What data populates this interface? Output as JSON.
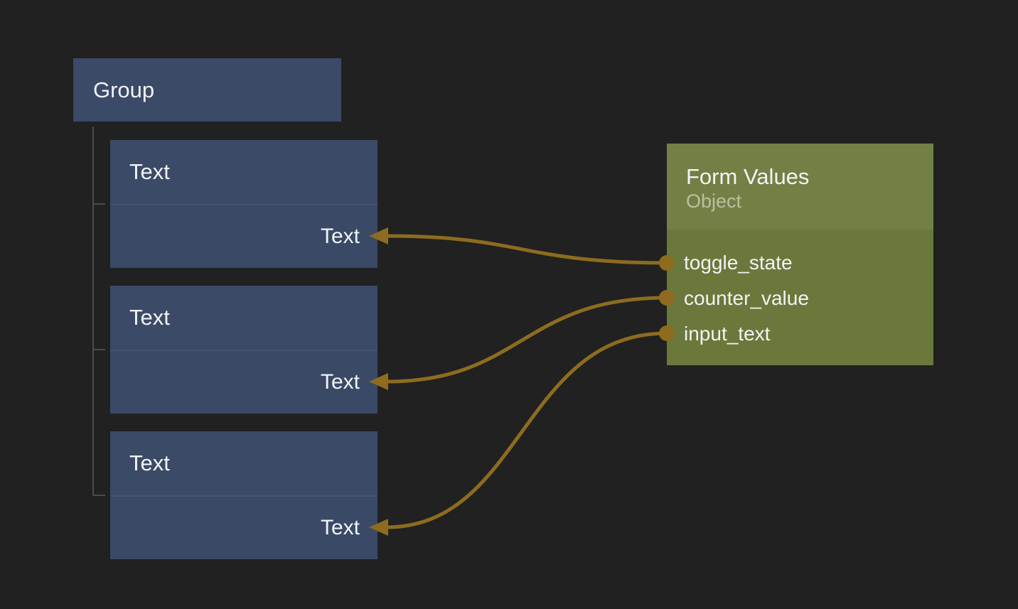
{
  "editor": {
    "type": "node-graph-canvas"
  },
  "nodes": {
    "group": {
      "title": "Group"
    },
    "text_nodes": [
      {
        "title": "Text",
        "input_label": "Text"
      },
      {
        "title": "Text",
        "input_label": "Text"
      },
      {
        "title": "Text",
        "input_label": "Text"
      }
    ],
    "form_values": {
      "title": "Form Values",
      "subtitle": "Object",
      "outputs": [
        {
          "label": "toggle_state"
        },
        {
          "label": "counter_value"
        },
        {
          "label": "input_text"
        }
      ]
    }
  },
  "connections": [
    {
      "from": "form_values.toggle_state",
      "to": "text_node_1.input"
    },
    {
      "from": "form_values.counter_value",
      "to": "text_node_2.input"
    },
    {
      "from": "form_values.input_text",
      "to": "text_node_3.input"
    }
  ],
  "group_children": [
    "text_node_1",
    "text_node_2",
    "text_node_3"
  ],
  "colors": {
    "canvas_bg": "#212121",
    "blue_node_header": "#3b4a67",
    "blue_node_body": "#394966",
    "green_node_header": "#738045",
    "green_node_body": "#6a783c",
    "wire": "#8d6c1f",
    "tree_line": "#4b4b4b",
    "node_text": "#f2f3f5"
  }
}
